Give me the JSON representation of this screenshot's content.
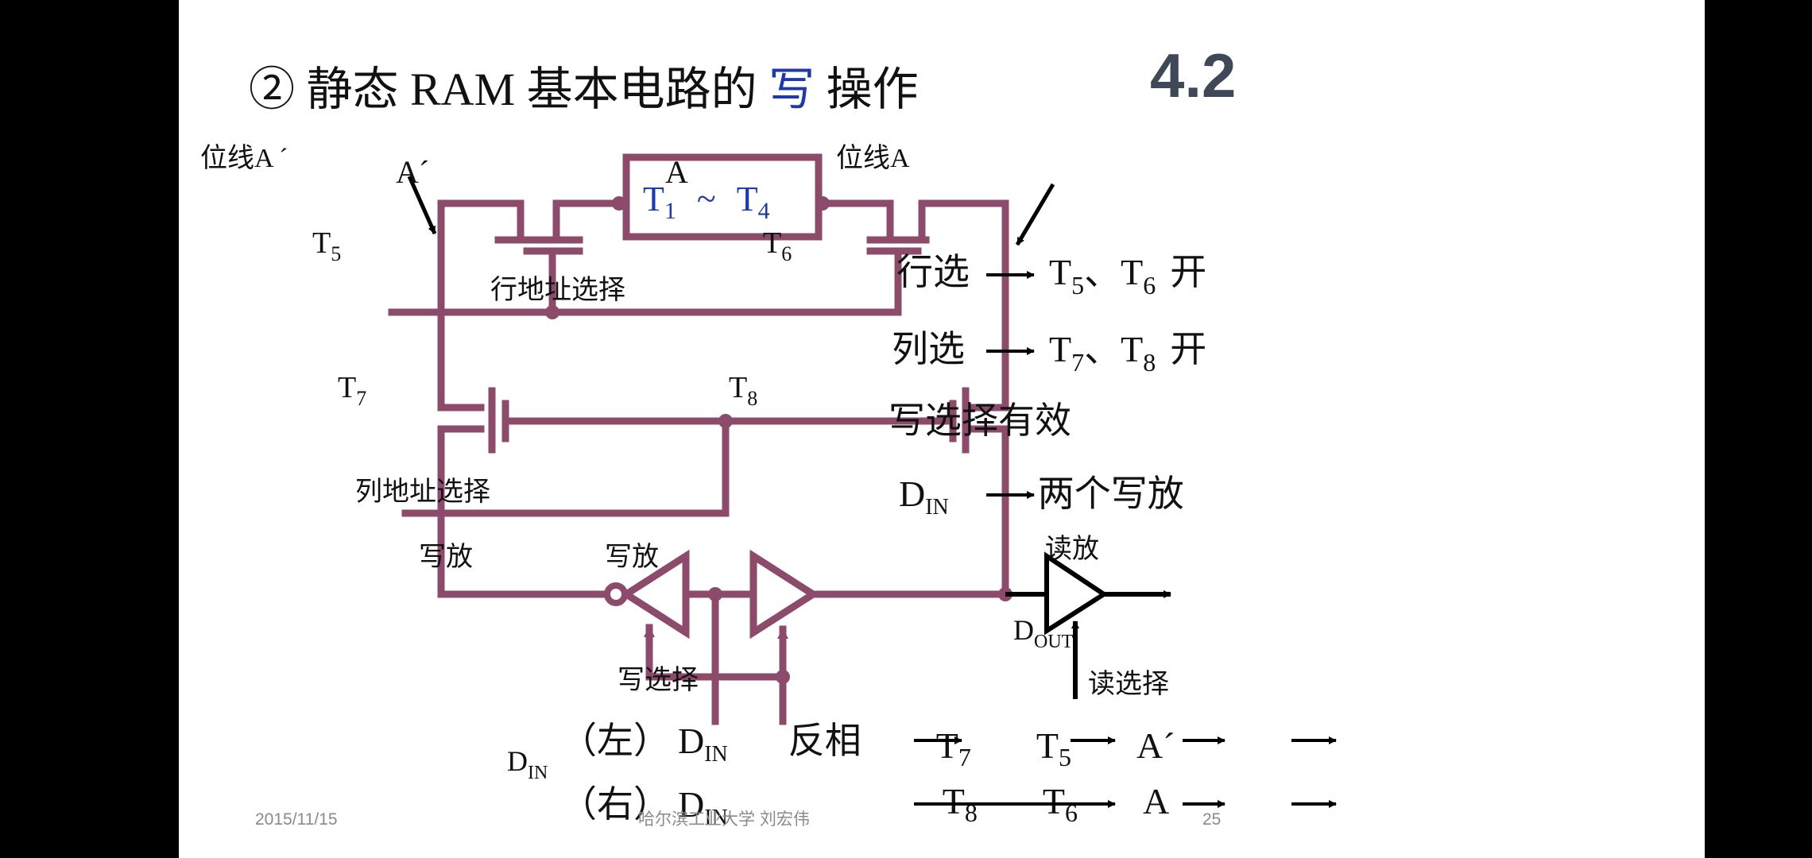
{
  "slide": {
    "title_prefix": "② 静态 RAM 基本电路的 ",
    "title_highlight": "写",
    "title_suffix": " 操作",
    "section_number": "4.2",
    "footer_date": "2015/11/15",
    "footer_org": "哈尔滨工业大学  刘宏伟",
    "page_number": "25"
  },
  "diagram": {
    "bitline_a_prime": "位线A ´",
    "bitline_a": "位线A",
    "node_a_prime": "A´",
    "node_a": "A",
    "cell_t1": "T",
    "cell_t1_sub": "1",
    "cell_tilde": "~",
    "cell_t4": "T",
    "cell_t4_sub": "4",
    "t5": "T",
    "t5_sub": "5",
    "t6": "T",
    "t6_sub": "6",
    "t7": "T",
    "t7_sub": "7",
    "t8": "T",
    "t8_sub": "8",
    "row_select": "行地址选择",
    "col_select": "列地址选择",
    "write_amp_left": "写放",
    "write_amp_right": "写放",
    "read_amp": "读放",
    "write_select": "写选择",
    "read_select": "读选择",
    "din": "D",
    "din_sub": "IN",
    "dout": "D",
    "dout_sub": "OUT",
    "colors": {
      "wire": "#8d4b6c",
      "cell_text": "#1f3aa8",
      "highlight": "#1f3aa8"
    }
  },
  "notes": {
    "line1_a": "行选",
    "line1_b": "T",
    "line1_b_sub": "5",
    "line1_sep": "、",
    "line1_c": "T",
    "line1_c_sub": "6",
    "line1_d": "开",
    "line2_a": "列选",
    "line2_b": "T",
    "line2_b_sub": "7",
    "line2_sep": "、",
    "line2_c": "T",
    "line2_c_sub": "8",
    "line2_d": "开",
    "line3": "写选择有效",
    "line4_a": "D",
    "line4_a_sub": "IN",
    "line4_b": "两个写放"
  },
  "flow": {
    "left_label": "（左）",
    "left_din": "D",
    "left_din_sub": "IN",
    "left_invert": "反相",
    "left_t7": "T",
    "left_t7_sub": "7",
    "left_t5": "T",
    "left_t5_sub": "5",
    "left_a": "A´",
    "right_label": "（右）",
    "right_din": "D",
    "right_din_sub": "IN",
    "right_t8": "T",
    "right_t8_sub": "8",
    "right_t6": "T",
    "right_t6_sub": "6",
    "right_a": "A"
  }
}
